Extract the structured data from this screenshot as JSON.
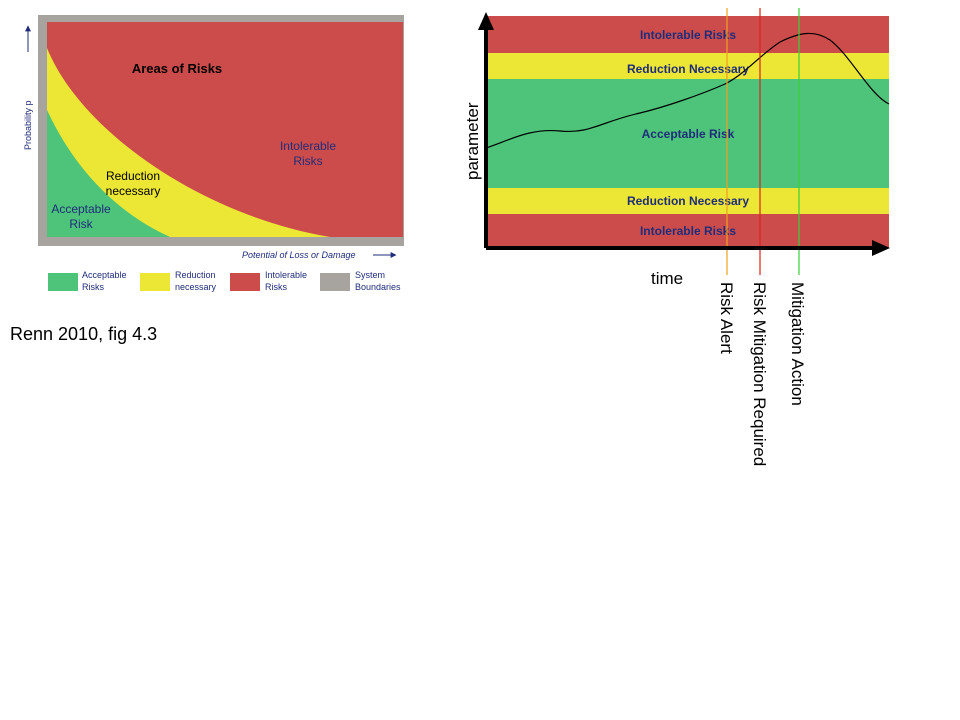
{
  "colors": {
    "acceptable": "#4dc47a",
    "reduction": "#ece635",
    "intolerable": "#cc4c4c",
    "boundary": "#a7a39f",
    "axis_label": "#1f2d7a",
    "risk_alert": "#f0a020",
    "mitigation_required": "#e02020",
    "mitigation_action": "#38d038"
  },
  "left_chart": {
    "title": "Areas of Risks",
    "y_axis_label": "Probability p",
    "x_axis_label": "Potential of Loss or Damage",
    "regions": {
      "acceptable": [
        "Acceptable",
        "Risk"
      ],
      "reduction": [
        "Reduction",
        "necessary"
      ],
      "intolerable": [
        "Intolerable",
        "Risks"
      ]
    },
    "legend": [
      {
        "key": "acceptable",
        "line1": "Acceptable",
        "line2": "Risks"
      },
      {
        "key": "reduction",
        "line1": "Reduction",
        "line2": "necessary"
      },
      {
        "key": "intolerable",
        "line1": "Intolerable",
        "line2": "Risks"
      },
      {
        "key": "boundary",
        "line1": "System",
        "line2": "Boundaries"
      }
    ]
  },
  "caption": "Renn 2010, fig 4.3",
  "right_chart": {
    "y_axis_label": "parameter",
    "x_axis_label": "time",
    "bands": {
      "top_intolerable": "Intolerable Risks",
      "top_reduction": "Reduction Necessary",
      "acceptable": "Acceptable Risk",
      "bottom_reduction": "Reduction Necessary",
      "bottom_intolerable": "Intolerable Risks"
    },
    "markers": {
      "risk_alert": "Risk Alert",
      "mitigation_required": "Risk Mitigation Required",
      "mitigation_action": "Mitigation Action"
    }
  }
}
